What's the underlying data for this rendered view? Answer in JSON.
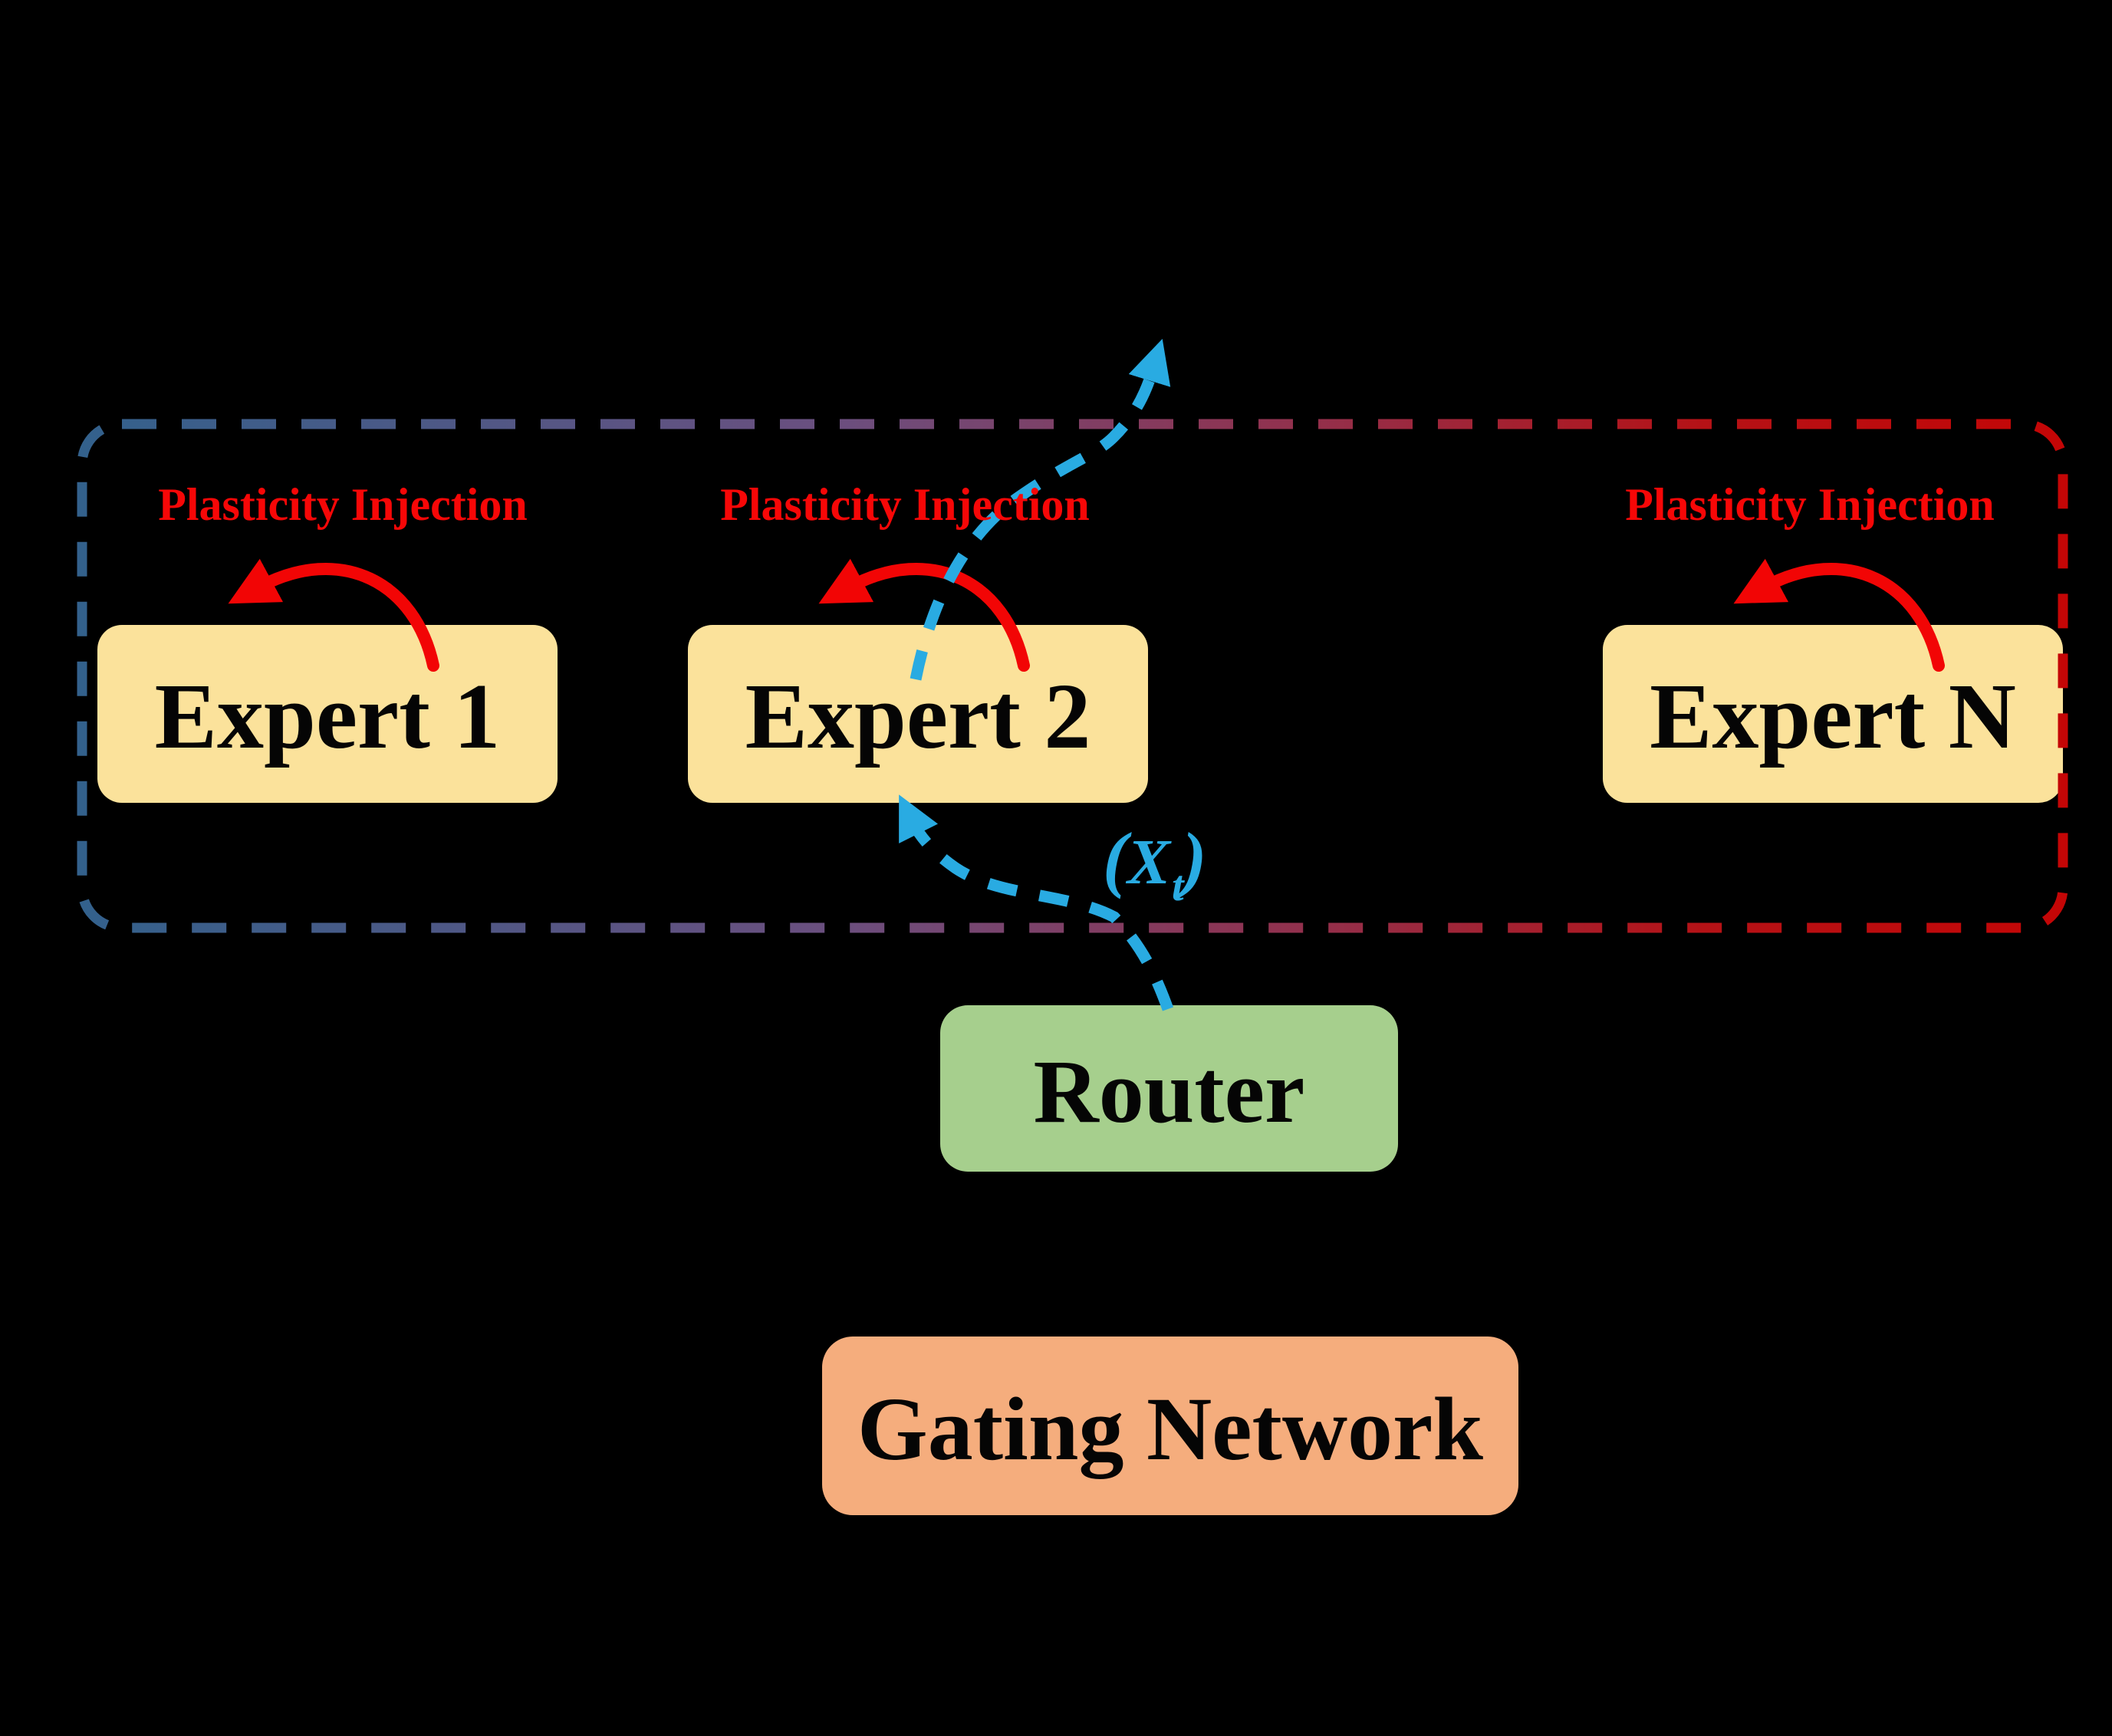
{
  "colors": {
    "background": "#000000",
    "expert_fill": "#FBE29B",
    "router_fill": "#A6CF8D",
    "gating_fill": "#F5AD7D",
    "injection_red": "#F70707",
    "flow_blue": "#29ABE2",
    "border_gradient_left": "#33618C",
    "border_gradient_mid": "#7A517C",
    "border_gradient_right": "#C40606"
  },
  "experts": [
    {
      "label": "Expert 1",
      "injection_label": "Plasticity Injection"
    },
    {
      "label": "Expert 2",
      "injection_label": "Plasticity Injection"
    },
    {
      "label": "Expert N",
      "injection_label": "Plasticity Injection"
    }
  ],
  "router": {
    "label": "Router"
  },
  "gating": {
    "label": "Gating Network"
  },
  "token": {
    "open": "(",
    "symbol": "X",
    "subscript": "t",
    "close": ")"
  }
}
